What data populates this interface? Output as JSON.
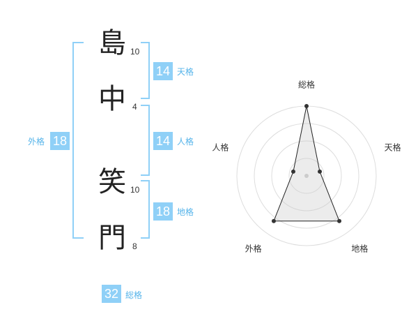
{
  "name": {
    "chars": [
      {
        "char": "島",
        "strokes": "10"
      },
      {
        "char": "中",
        "strokes": "4"
      },
      {
        "char": "笑",
        "strokes": "10"
      },
      {
        "char": "門",
        "strokes": "8"
      }
    ]
  },
  "fortune": {
    "tenkaku": {
      "value": "14",
      "label": "天格"
    },
    "jinkaku": {
      "value": "14",
      "label": "人格"
    },
    "chikaku": {
      "value": "18",
      "label": "地格"
    },
    "gaikaku": {
      "value": "18",
      "label": "外格"
    },
    "soukaku": {
      "value": "32",
      "label": "総格"
    }
  },
  "colors": {
    "accent": "#8fd0f7",
    "accent_text": "#56b4ea"
  },
  "chart_data": {
    "type": "radar",
    "axes": [
      "総格",
      "天格",
      "地格",
      "外格",
      "人格"
    ],
    "values": [
      5,
      1,
      4,
      4,
      1
    ],
    "max": 5,
    "rings": 4
  }
}
